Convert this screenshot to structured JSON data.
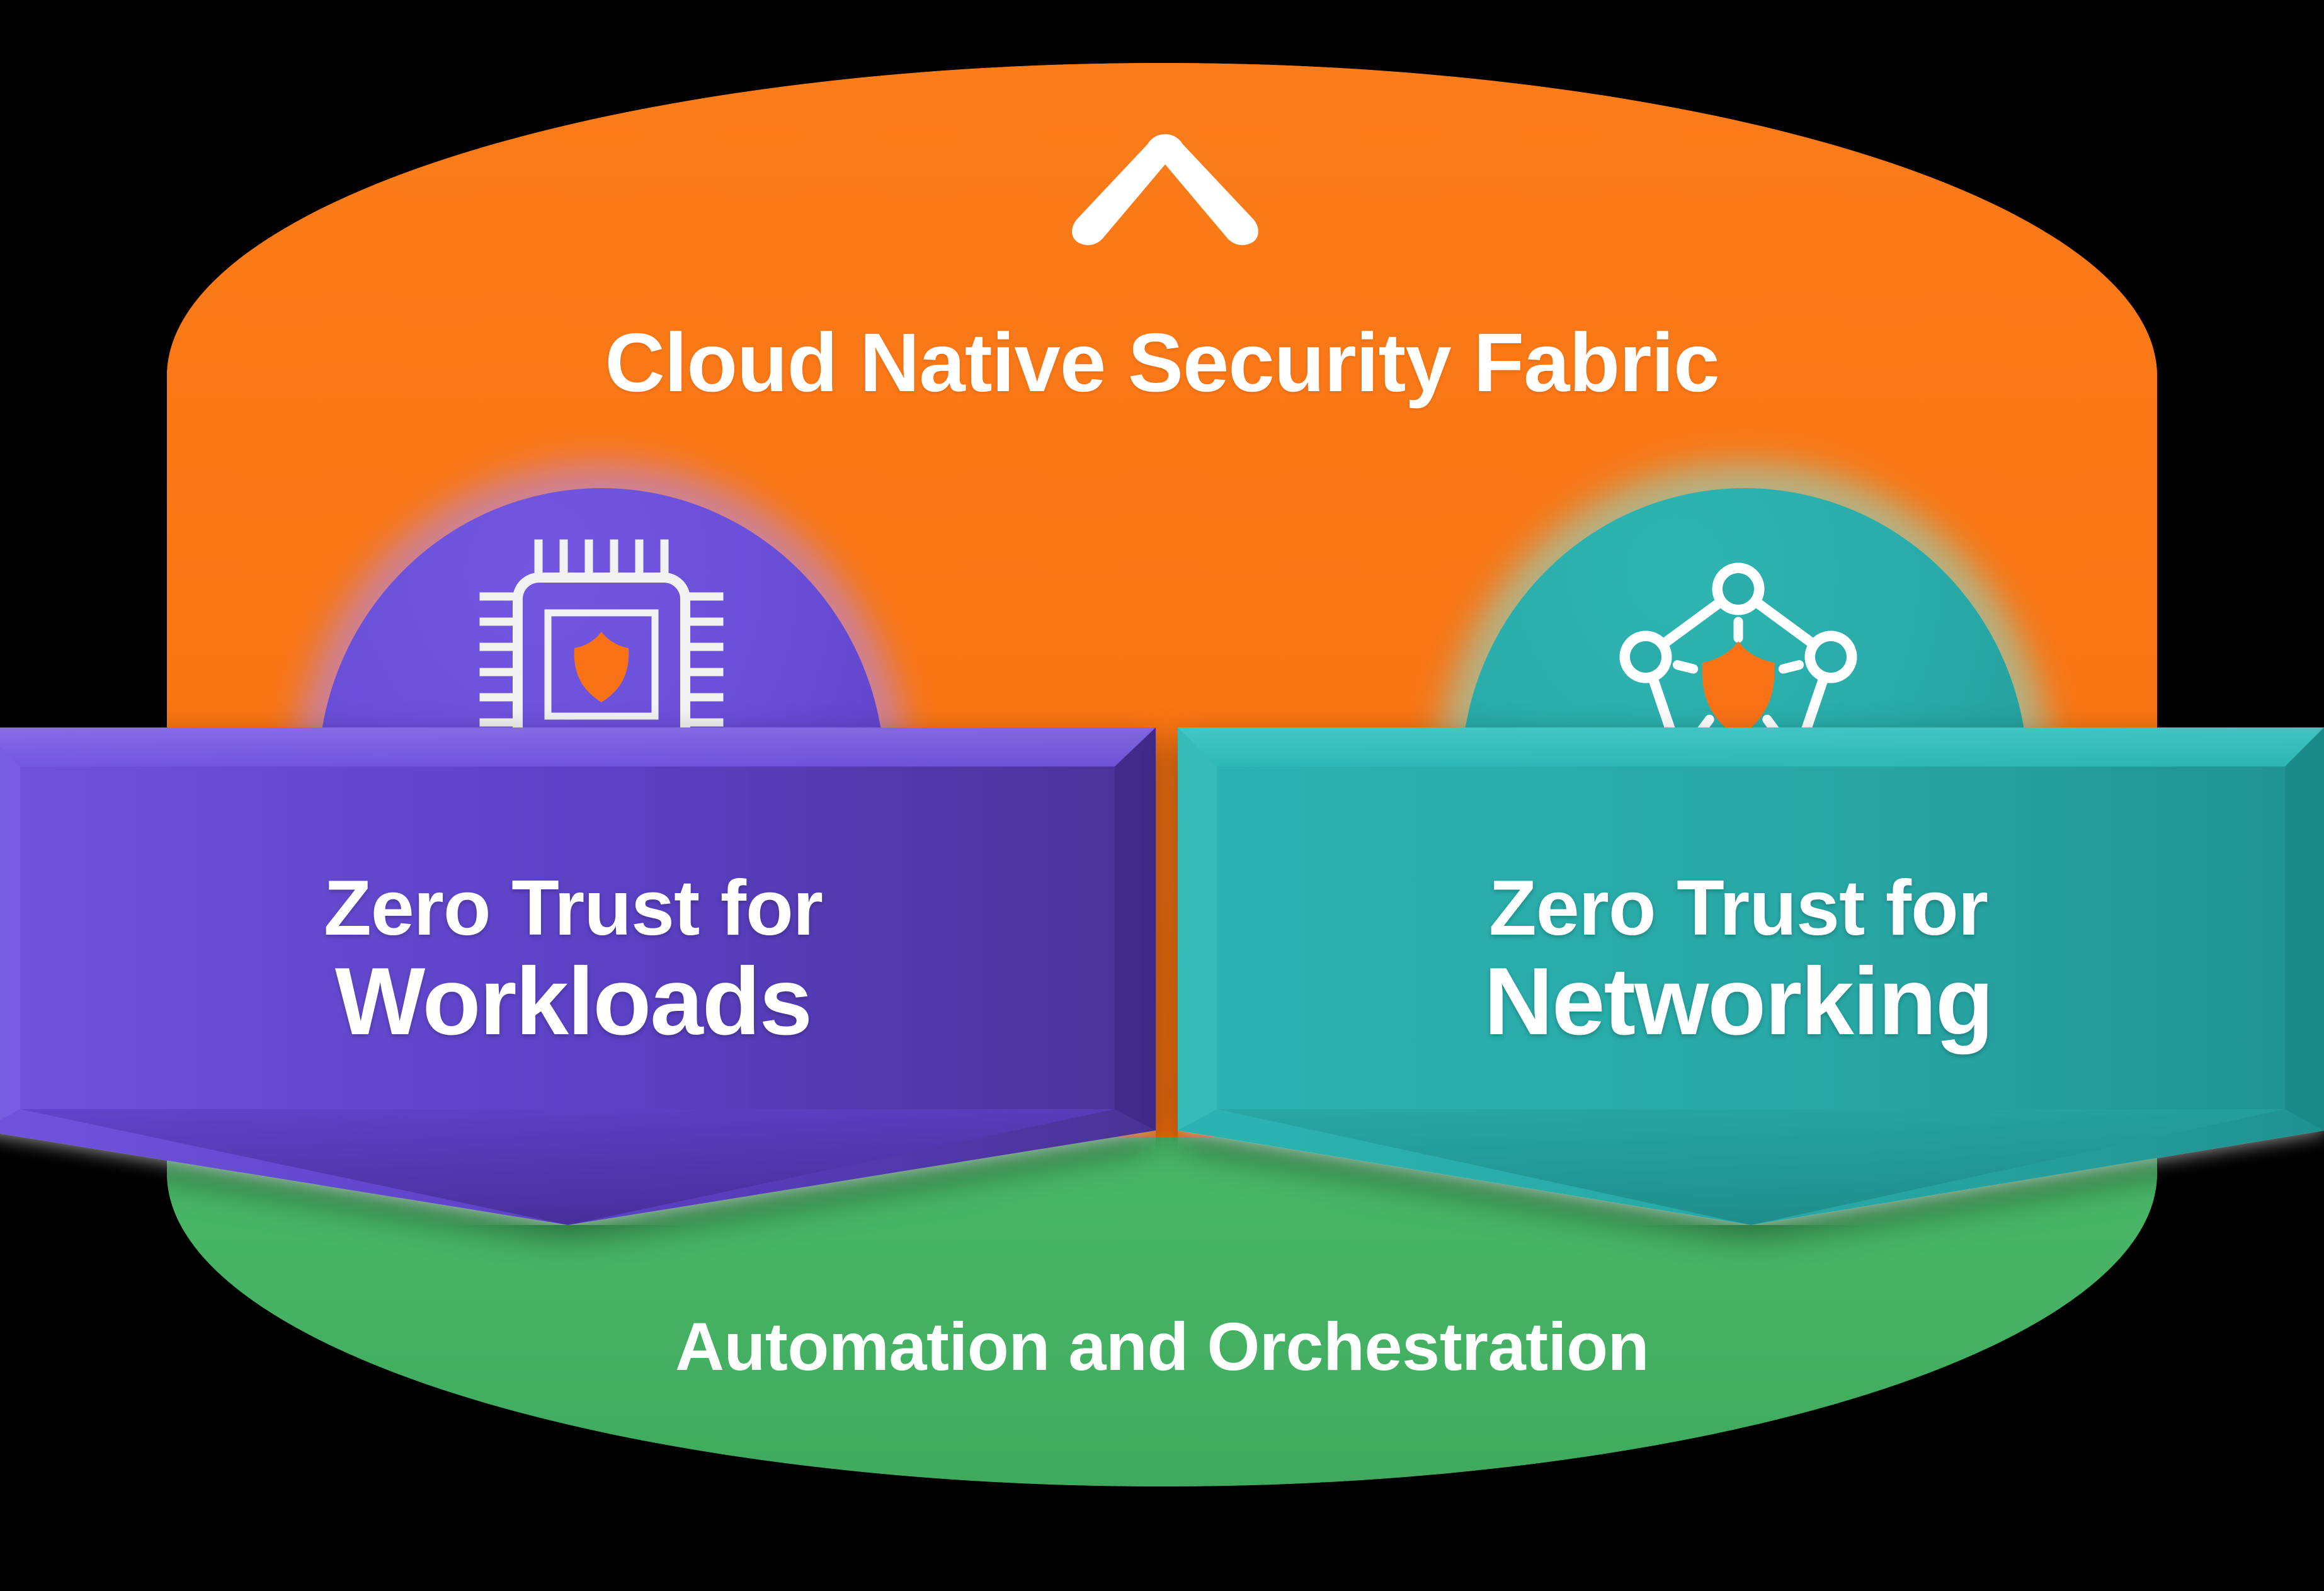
{
  "diagram": {
    "title": "Cloud Native Security Fabric",
    "footer_label": "Automation and Orchestration",
    "logo_icon": "chevron-up-logo-icon",
    "colors": {
      "fabric_orange": "#f97316",
      "fabric_green": "#46b464",
      "workloads_purple": "#6a4fd9",
      "workloads_purple_dark": "#4a3296",
      "networking_teal": "#29acaa",
      "networking_teal_dark": "#1e8a88",
      "shield_orange": "#f97316",
      "text_white": "#ffffff"
    },
    "pillars": [
      {
        "id": "workloads",
        "line1": "Zero Trust for",
        "line2": "Workloads",
        "icon": "cpu-chip-shield-icon",
        "accent_color": "#6a4fd9"
      },
      {
        "id": "networking",
        "line1": "Zero Trust for",
        "line2": "Networking",
        "icon": "network-mesh-shield-icon",
        "accent_color": "#29acaa"
      }
    ]
  }
}
